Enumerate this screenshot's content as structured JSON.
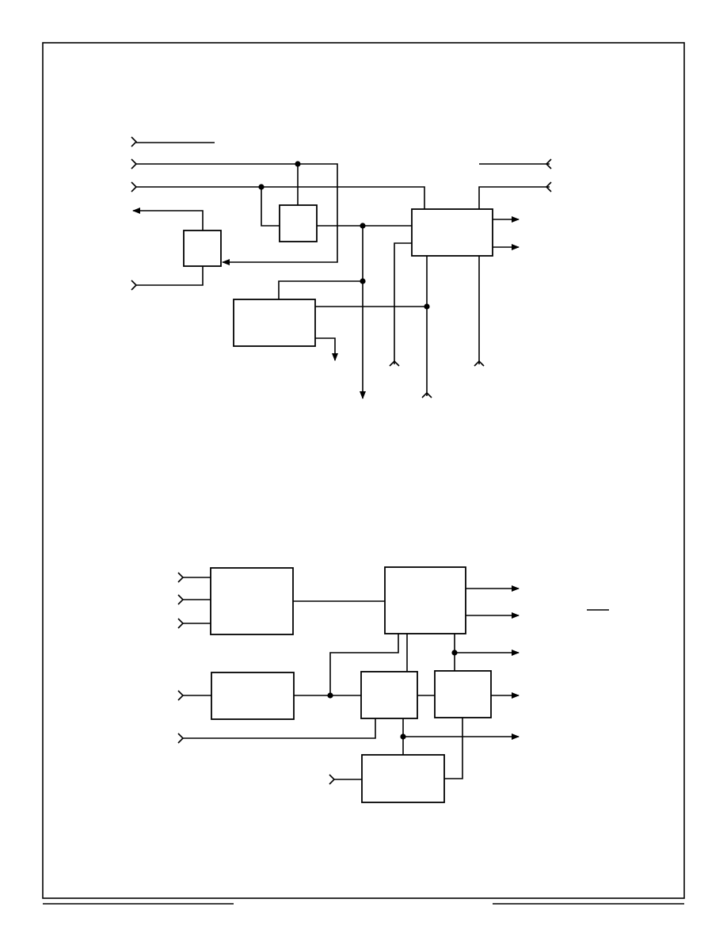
{
  "page": {
    "frame": "border",
    "footer_rules": [
      "left-rule",
      "right-rule"
    ]
  },
  "colors": {
    "line": "#000000",
    "background": "#ffffff"
  },
  "diagrams": [
    {
      "id": "upper-block-diagram",
      "text": []
    },
    {
      "id": "lower-block-diagram",
      "text": []
    }
  ]
}
